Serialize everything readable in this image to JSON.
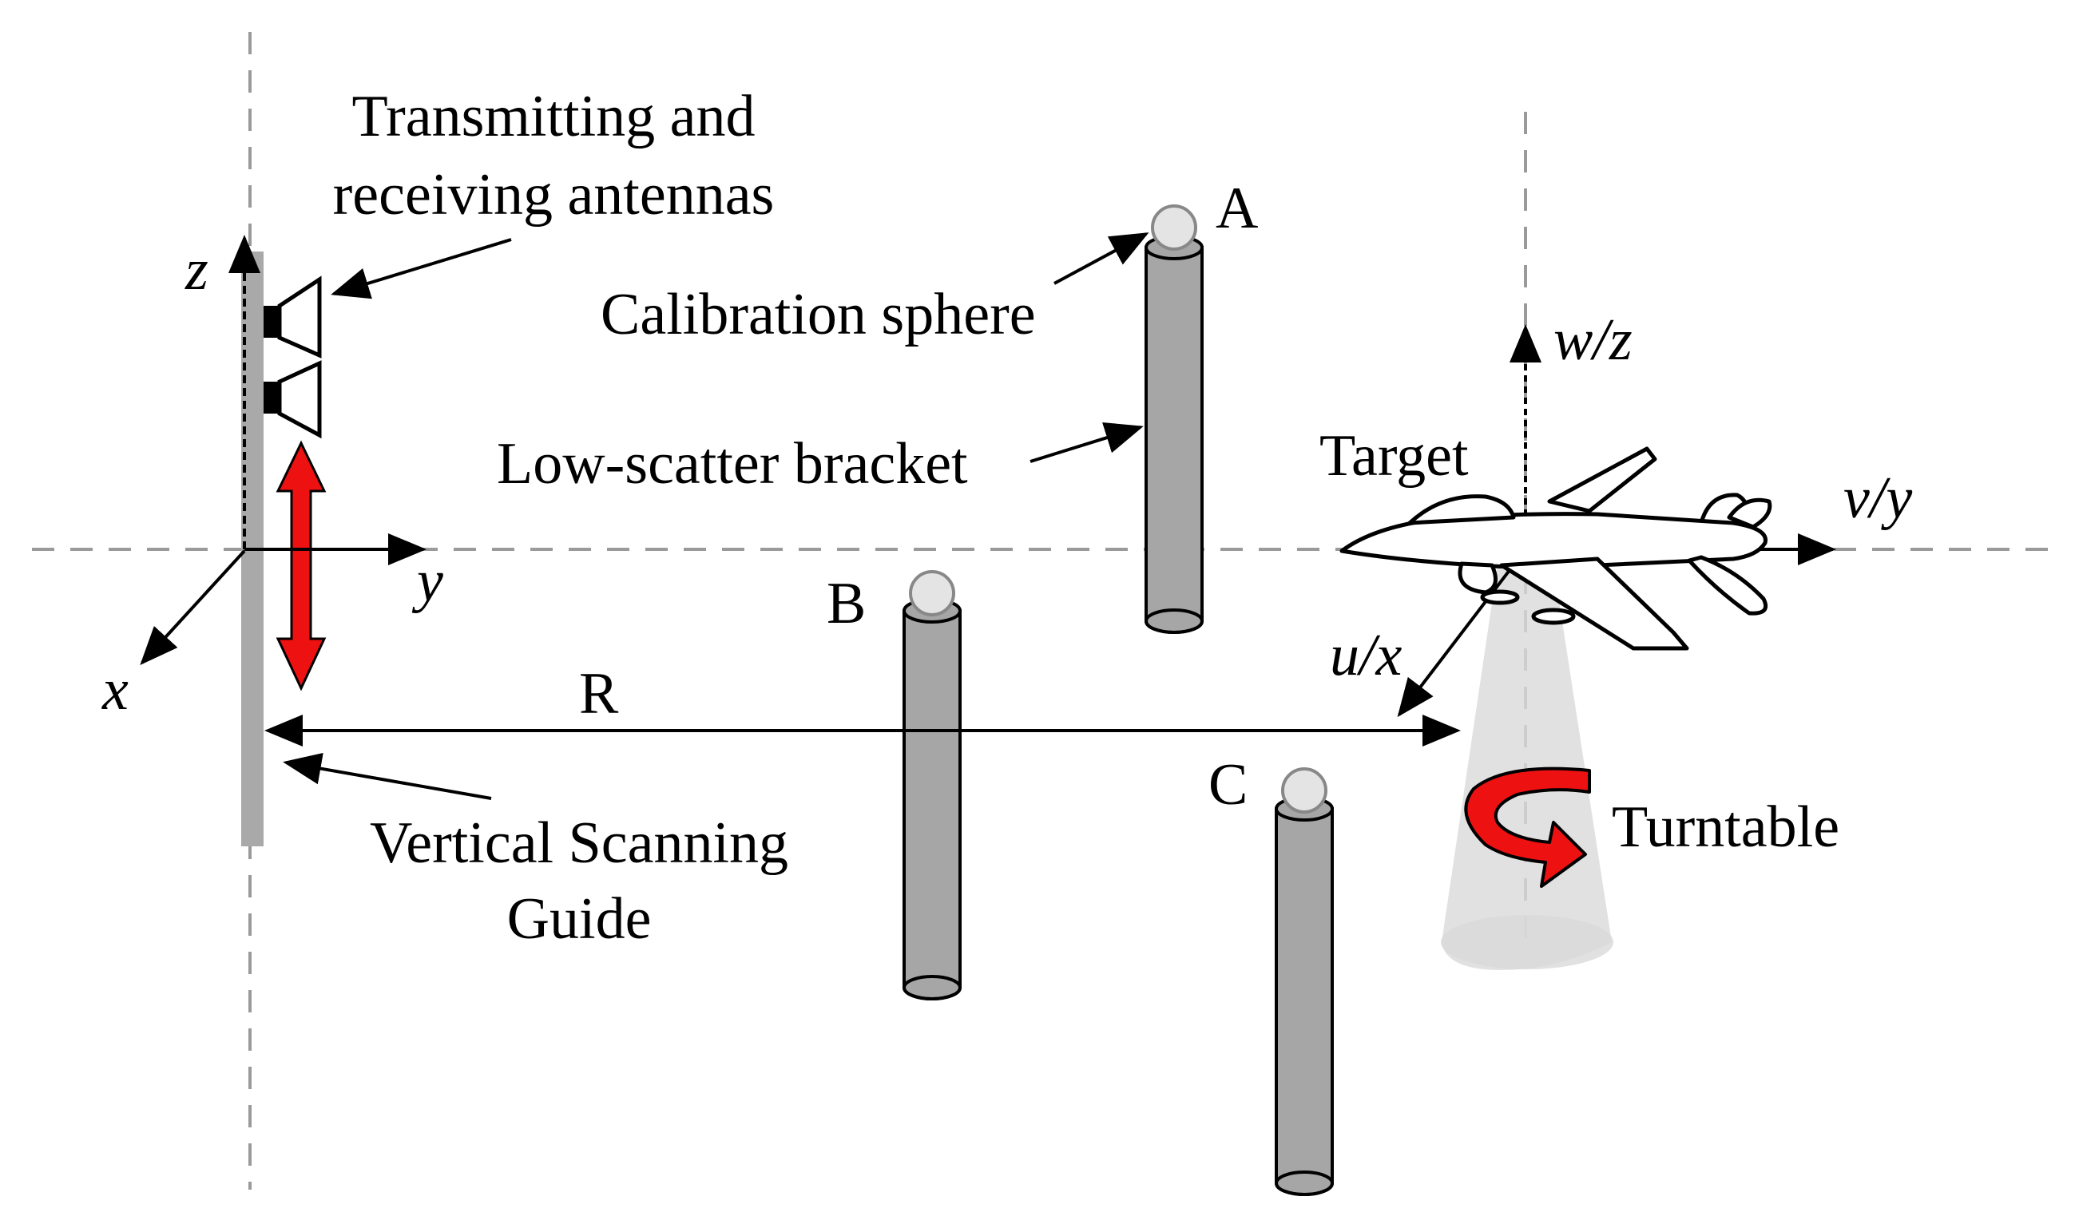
{
  "labels": {
    "antennas_line1": "Transmitting and",
    "antennas_line2": "receiving antennas",
    "calibration_sphere": "Calibration sphere",
    "low_scatter_bracket": "Low-scatter bracket",
    "target": "Target",
    "turntable": "Turntable",
    "guide_line1": "Vertical Scanning",
    "guide_line2": "Guide",
    "range": "R",
    "point_a": "A",
    "point_b": "B",
    "point_c": "C"
  },
  "axes": {
    "left_z": "z",
    "left_y": "y",
    "left_x": "x",
    "target_w": "w/z",
    "target_v": "v/y",
    "target_u": "u/x"
  },
  "colors": {
    "scan_arrow": "#ee1111",
    "turntable_arrow": "#ee1111",
    "pillar": "#a6a6a6",
    "sphere": "#e4e4e4",
    "turntable_beam": "#d9d9d9",
    "dashed_axes": "#9a9a9a"
  }
}
